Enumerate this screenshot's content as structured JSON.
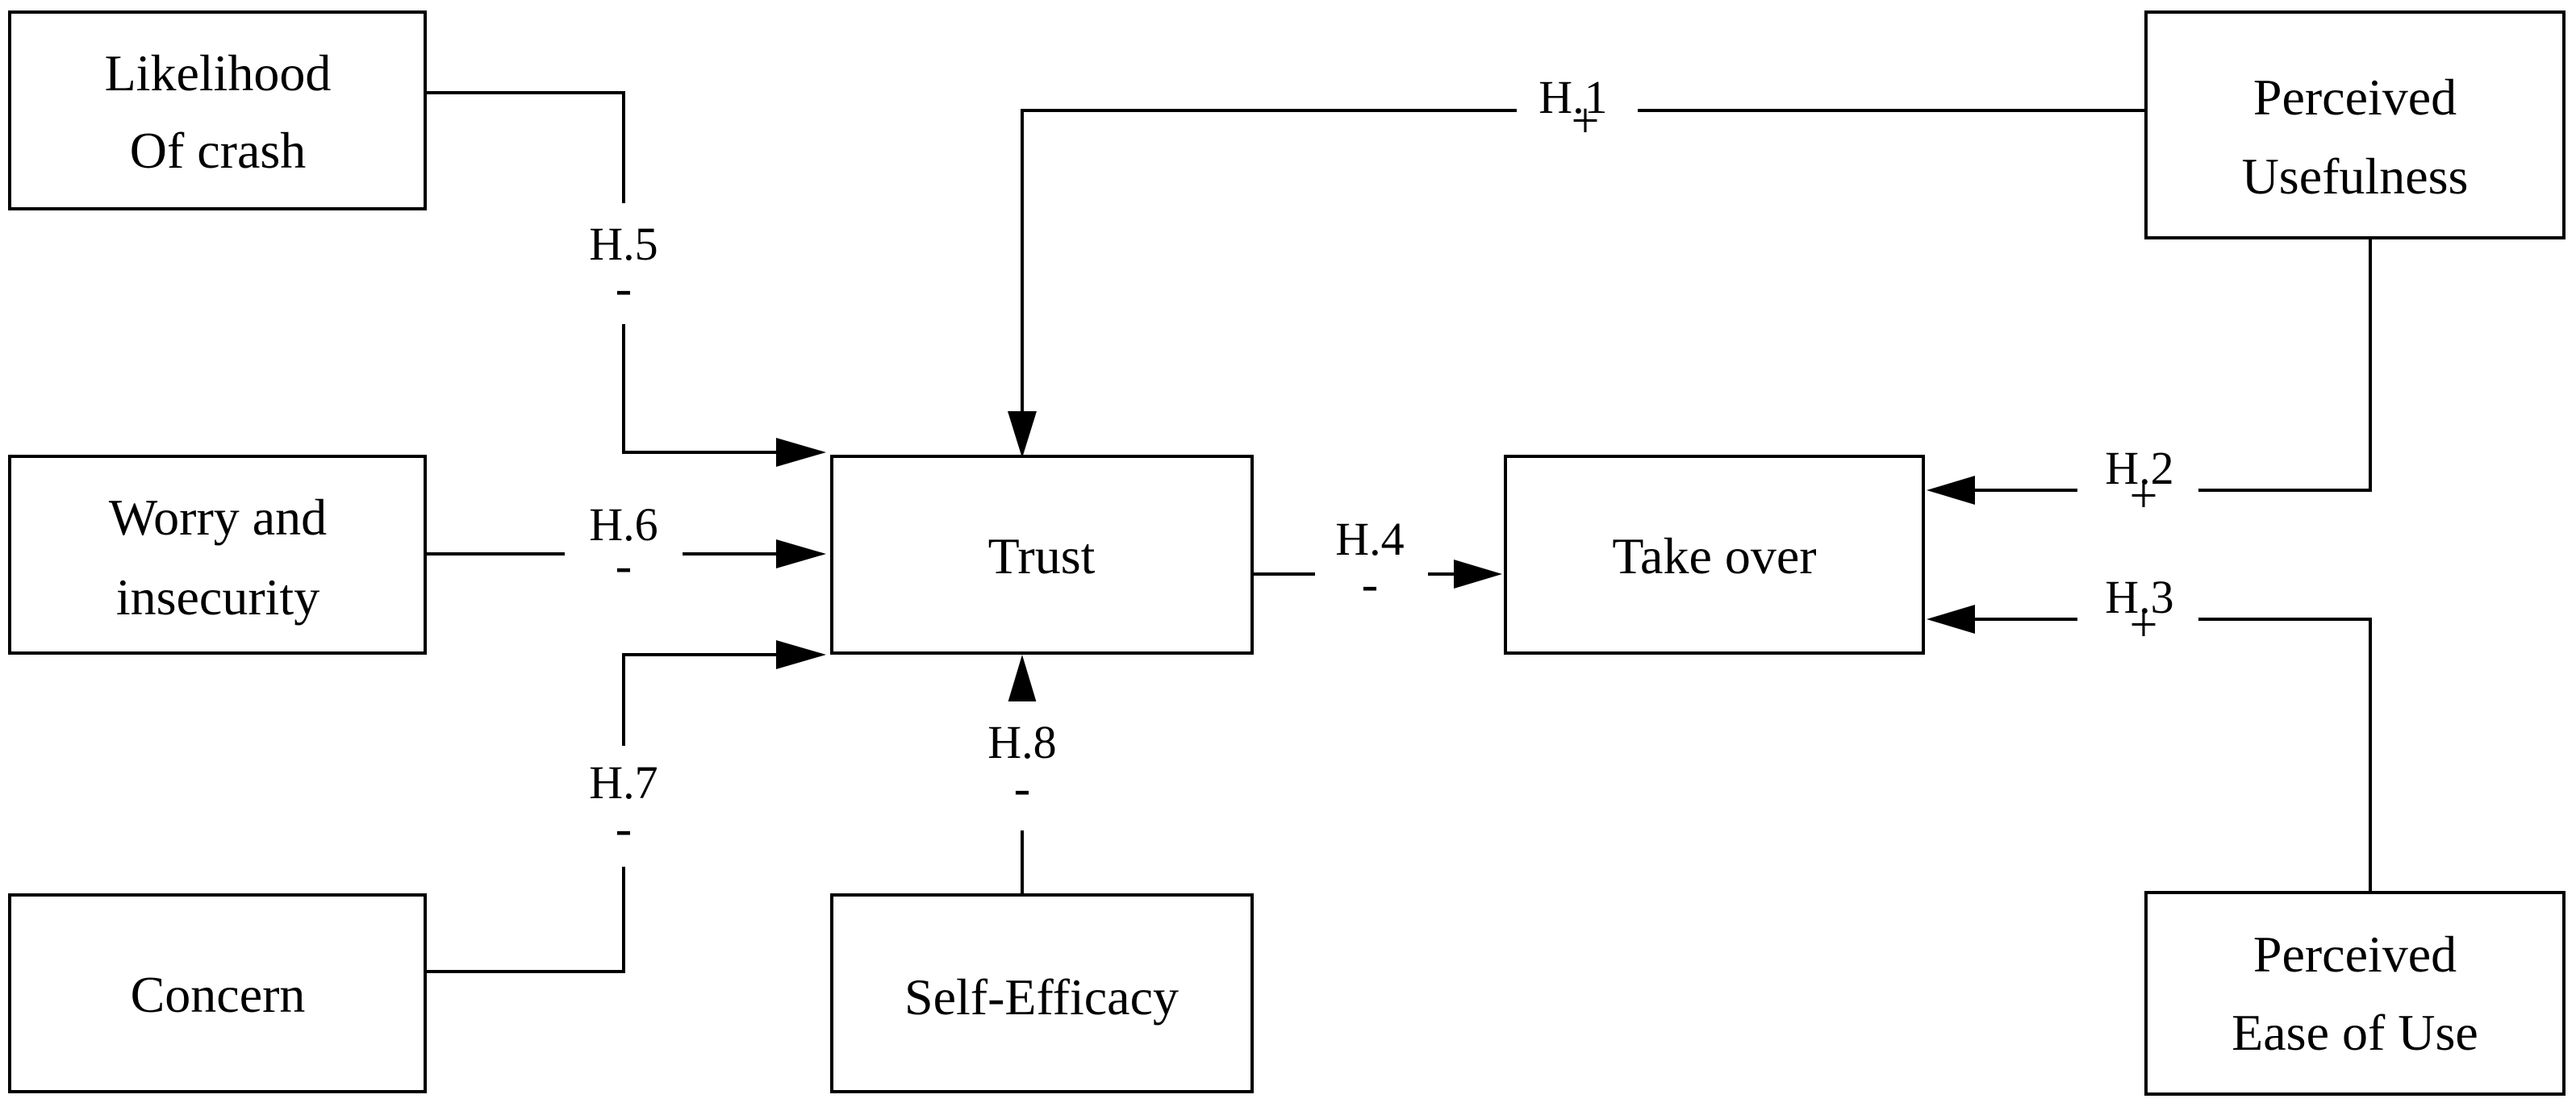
{
  "nodes": {
    "likelihood": {
      "lines": [
        "Likelihood",
        "Of crash"
      ]
    },
    "worry": {
      "lines": [
        "Worry and",
        "insecurity"
      ]
    },
    "concern": {
      "lines": [
        "Concern"
      ]
    },
    "trust": {
      "lines": [
        "Trust"
      ]
    },
    "self_efficacy": {
      "lines": [
        "Self-Efficacy"
      ]
    },
    "take_over": {
      "lines": [
        "Take over"
      ]
    },
    "perceived_usefulness": {
      "lines": [
        "Perceived",
        "Usefulness"
      ]
    },
    "perceived_ease": {
      "lines": [
        "Perceived",
        "Ease of Use"
      ]
    }
  },
  "hypotheses": {
    "h1": {
      "label": "H.1",
      "sign": "+"
    },
    "h2": {
      "label": "H.2",
      "sign": "+"
    },
    "h3": {
      "label": "H.3",
      "sign": "+"
    },
    "h4": {
      "label": "H.4",
      "sign": "-"
    },
    "h5": {
      "label": "H.5",
      "sign": "-"
    },
    "h6": {
      "label": "H.6",
      "sign": "-"
    },
    "h7": {
      "label": "H.7",
      "sign": "-"
    },
    "h8": {
      "label": "H.8",
      "sign": "-"
    }
  }
}
